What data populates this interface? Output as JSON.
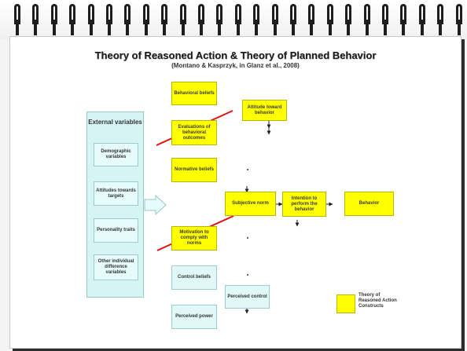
{
  "title": "Theory of Reasoned Action & Theory of Planned Behavior",
  "citation": "(Montano & Kasprzyk, in Glanz et al., 2008)",
  "external_variables": {
    "title": "External variables",
    "items": [
      "Demographic variables",
      "Attitudes towards targets",
      "Personality traits",
      "Other individual difference variables"
    ]
  },
  "nodes": {
    "behavioral_beliefs": "Behavioral beliefs",
    "evaluations": "Evaluations of behavioral outcomes",
    "normative_beliefs": "Normative beliefs",
    "motivation": "Motivation to comply with norms",
    "control_beliefs": "Control beliefs",
    "perceived_power": "Perceived power",
    "attitude": "Attitude toward behavior",
    "subjective_norm": "Subjective norm",
    "perceived_control": "Perceived control",
    "intention": "Intention to perform the behavior",
    "behavior": "Behavior"
  },
  "legend": {
    "label": "Theory of Reasoned Action Constructs",
    "color": "#ffff00"
  },
  "colors": {
    "construct": "#ffff00",
    "external": "#d6f4f4",
    "strike": "#e01010"
  }
}
